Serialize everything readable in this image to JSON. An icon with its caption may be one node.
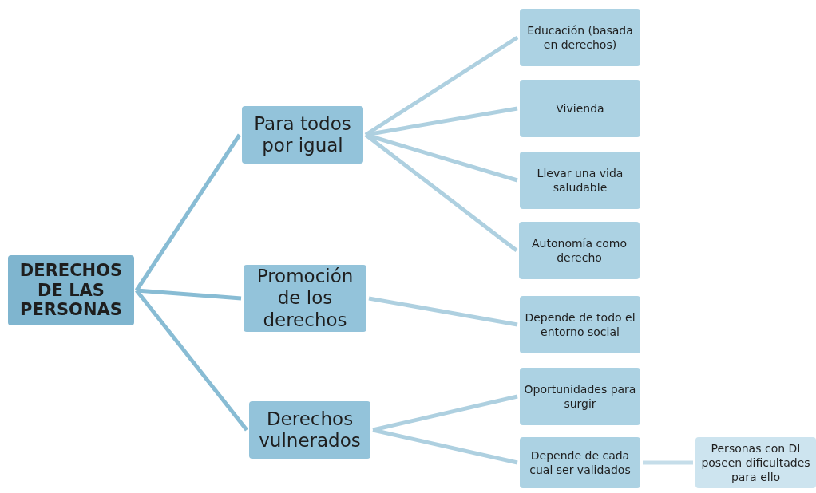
{
  "diagram": {
    "nodes": [
      {
        "text": [
          "DERECHOS DE LAS PERSONAS"
        ]
      },
      {
        "text": [
          "Para todos por igual"
        ]
      },
      {
        "text": [
          "Promoción de los derechos"
        ]
      },
      {
        "text": [
          "Derechos vulnerados"
        ]
      },
      {
        "text": [
          "Educación (basada en derechos)"
        ]
      },
      {
        "text": [
          "Vivienda"
        ]
      },
      {
        "text": [
          "Llevar una vida saludable"
        ]
      },
      {
        "text": [
          "Autonomía como derecho"
        ]
      },
      {
        "text": [
          "Depende de todo el entorno social"
        ]
      },
      {
        "text": [
          "Oportunidades para surgir"
        ]
      },
      {
        "text": [
          "Depende de cada cual ser validados"
        ]
      },
      {
        "text": [
          "Personas con DI poseen dificultades para ello"
        ]
      }
    ],
    "edges": [
      {
        "from": 0,
        "to": 1,
        "arrow": "none",
        "color": "#88bcd4"
      },
      {
        "from": 0,
        "to": 2,
        "arrow": "none",
        "color": "#88bcd4"
      },
      {
        "from": 0,
        "to": 3,
        "arrow": "none",
        "color": "#88bcd4"
      },
      {
        "from": 1,
        "to": 4,
        "arrow": "none"
      },
      {
        "from": 1,
        "to": 5,
        "arrow": "none"
      },
      {
        "from": 1,
        "to": 6,
        "arrow": "none"
      },
      {
        "from": 1,
        "to": 7,
        "arrow": "none"
      },
      {
        "from": 2,
        "to": 8,
        "arrow": "none"
      },
      {
        "from": 3,
        "to": 9,
        "arrow": "none"
      },
      {
        "from": 3,
        "to": 10,
        "arrow": "none"
      },
      {
        "from": 10,
        "to": 11,
        "arrow": "none",
        "color": "#c5dde9"
      }
    ]
  }
}
